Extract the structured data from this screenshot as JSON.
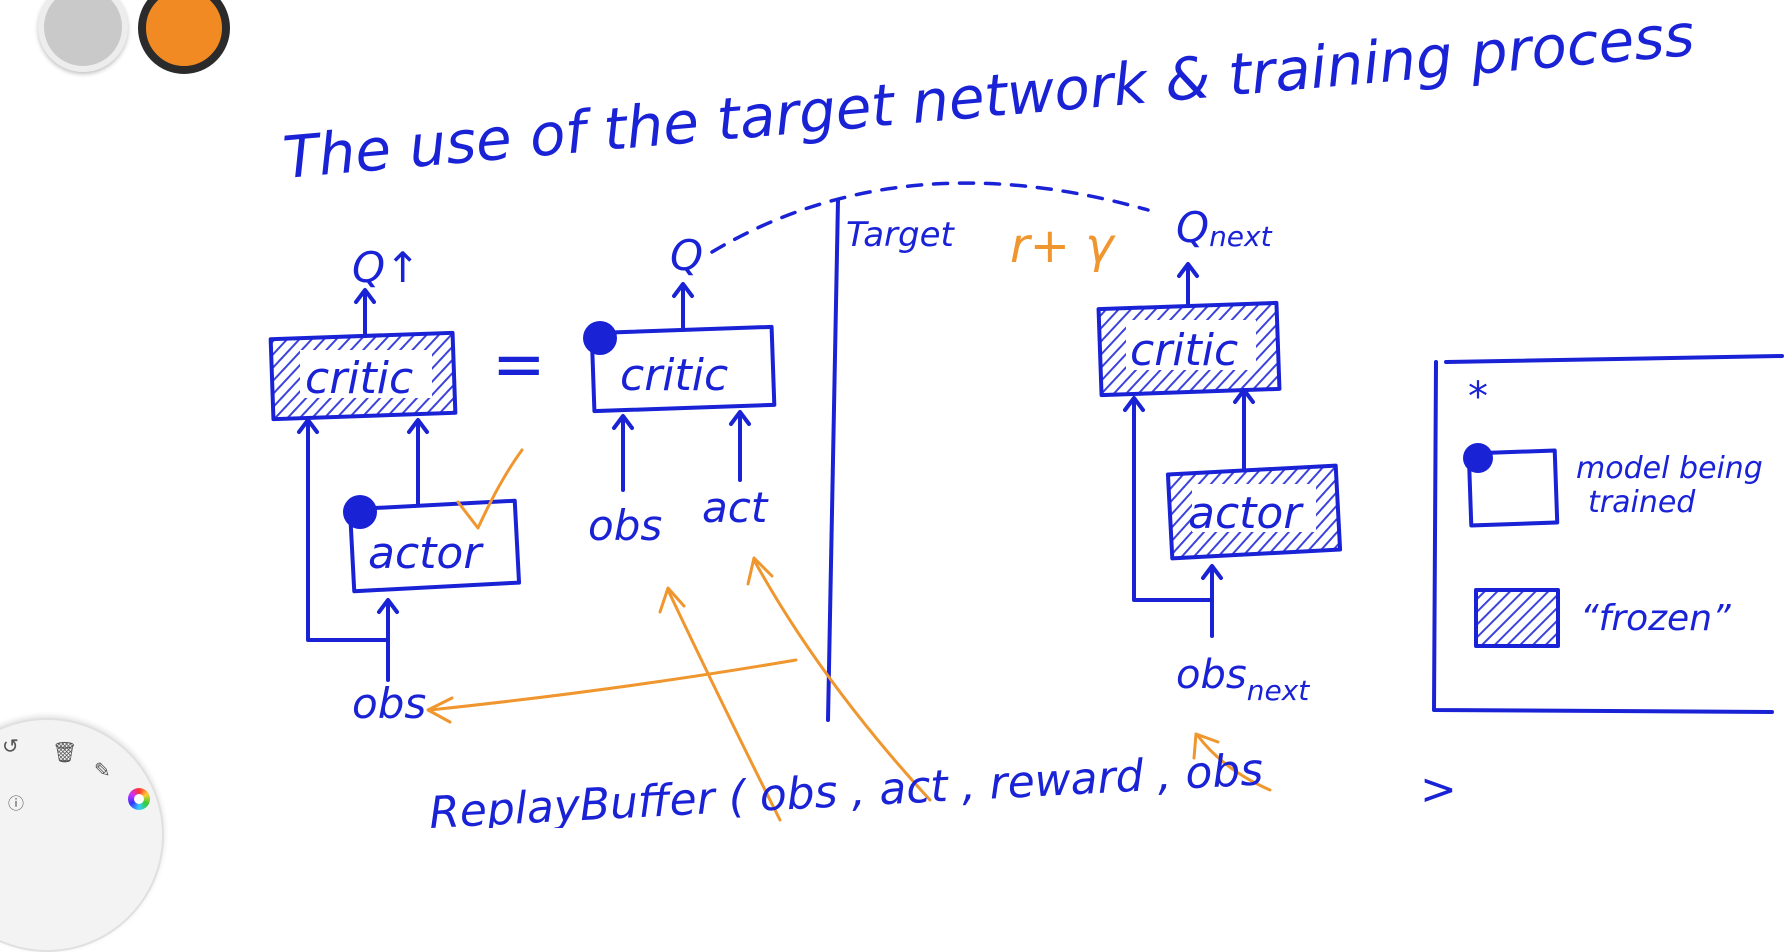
{
  "title": "The use of the target network & training process",
  "divider_label": "Target",
  "formula_prefix": "r+ γ",
  "q_up_label": "Q↑",
  "q_label": "Q",
  "qnext_label": "Q",
  "qnext_sub": "next",
  "critic_label": "critic",
  "actor_label": "actor",
  "equals": "=",
  "obs_label": "obs",
  "act_label": "act",
  "obs_next_label": "obs",
  "obs_next_sub": "next",
  "replay_buffer_text": "ReplayBuffer ( obs , act , reward , obs",
  "replay_buffer_close": ">",
  "legend": {
    "star": "*",
    "trained_line1": "model being",
    "trained_line2": "trained",
    "frozen": "“frozen”"
  },
  "colors": {
    "ink": "#1a22d6",
    "annotation": "#f0962e"
  },
  "toolbar": {
    "icons": [
      "undo-icon",
      "trash-icon",
      "brush-icon",
      "info-icon",
      "color-wheel-icon"
    ]
  }
}
